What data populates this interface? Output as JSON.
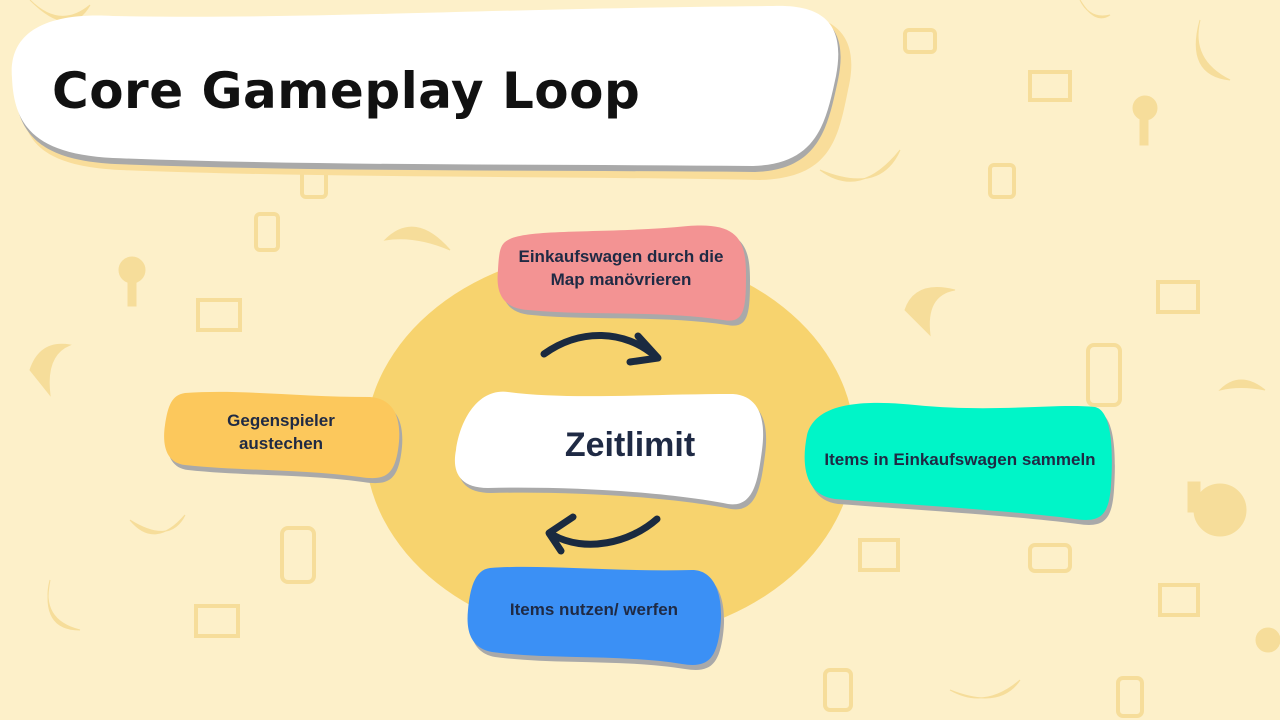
{
  "slide": {
    "title": "Core Gameplay Loop",
    "center": "Zeitlimit",
    "steps": {
      "top": "Einkaufswagen durch die Map manövrieren",
      "right": "Items in Einkaufswagen sammeln",
      "bottom": "Items nutzen/ werfen",
      "left": "Gegenspieler austechen"
    }
  },
  "colors": {
    "background": "#fdf0c9",
    "circle": "#f7d36e",
    "top": "#f39393",
    "right": "#00f5c8",
    "bottom": "#3b90f5",
    "left": "#fcc85c",
    "center": "#ffffff",
    "arrow": "#1a2a40"
  },
  "icons": [
    "banana-icon",
    "milk-bottle-icon",
    "shopping-cart-icon",
    "chicken-leg-icon",
    "loop-arrow-icon"
  ]
}
